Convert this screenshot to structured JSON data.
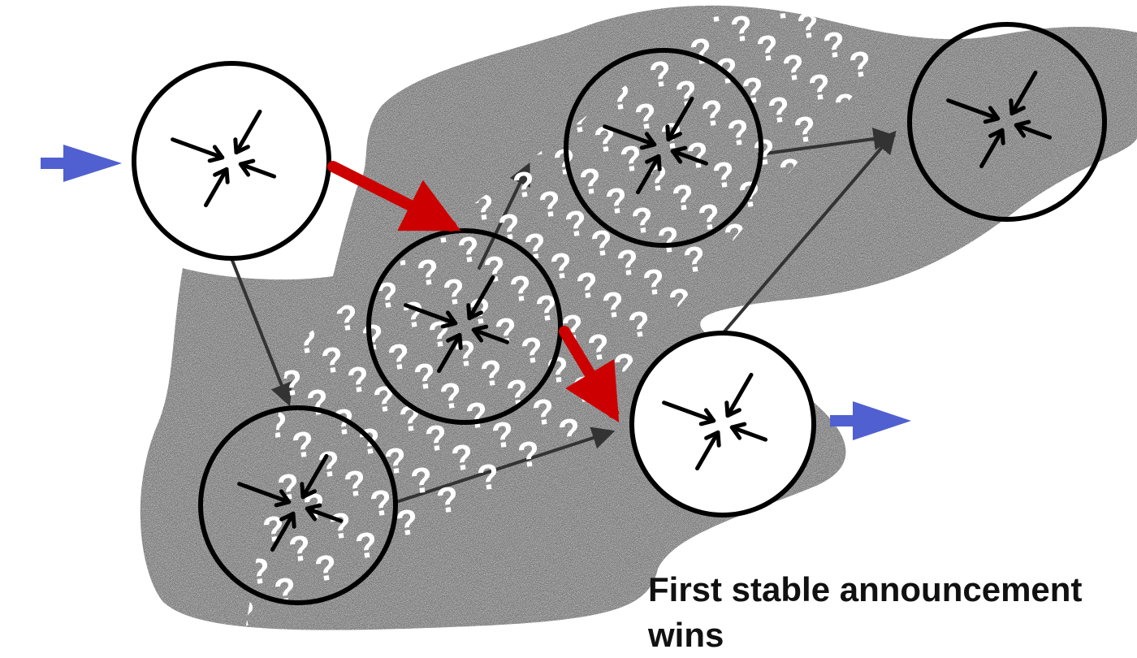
{
  "caption": "First stable announcement wins",
  "question_glyph": "?",
  "colors": {
    "region": "#6b6b6b",
    "node_stroke": "#000000",
    "node_fill": "#ffffff",
    "link": "#333333",
    "selected_path": "#cc0000",
    "io_arrow": "#5060d0",
    "uncertainty": "#ffffff"
  },
  "icons": {
    "node": "converging-arrows-icon",
    "input": "input-arrow-icon",
    "output": "output-arrow-icon"
  },
  "nodes": [
    {
      "id": "source",
      "state": "stable"
    },
    {
      "id": "middle",
      "state": "uncertain"
    },
    {
      "id": "upper",
      "state": "uncertain"
    },
    {
      "id": "far-right",
      "state": "shaded"
    },
    {
      "id": "lower-left",
      "state": "uncertain"
    },
    {
      "id": "destination",
      "state": "stable"
    }
  ],
  "edges": [
    {
      "from": "source",
      "to": "middle",
      "style": "selected"
    },
    {
      "from": "middle",
      "to": "destination",
      "style": "selected"
    },
    {
      "from": "source",
      "to": "lower-left",
      "style": "normal"
    },
    {
      "from": "lower-left",
      "to": "destination",
      "style": "normal"
    },
    {
      "from": "middle",
      "to": "upper",
      "style": "normal"
    },
    {
      "from": "upper",
      "to": "far-right",
      "style": "normal"
    },
    {
      "from": "destination",
      "to": "far-right",
      "style": "normal"
    }
  ]
}
